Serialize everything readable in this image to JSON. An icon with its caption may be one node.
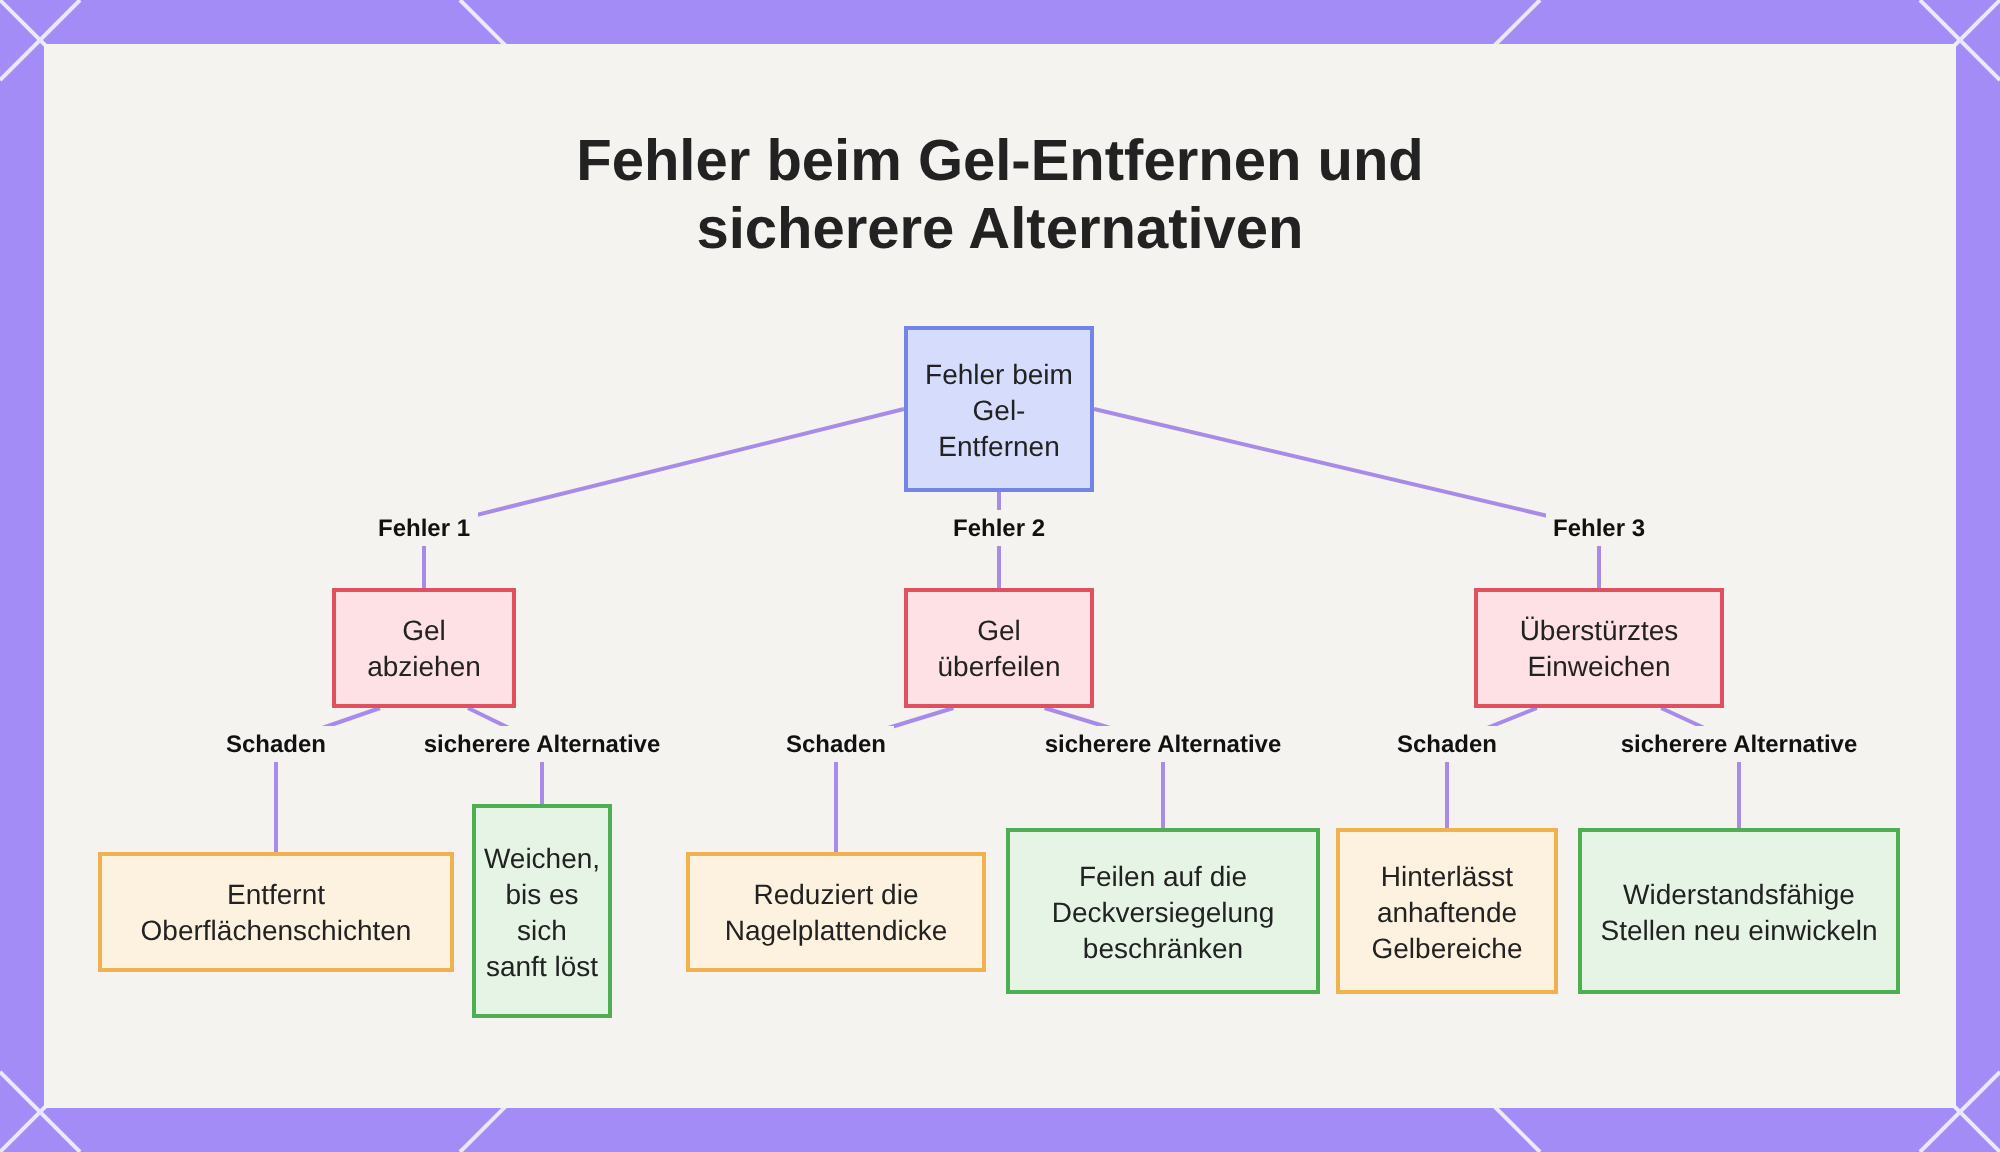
{
  "diagram": {
    "title": "Fehler beim Gel-Entfernen und sicherere Alternativen",
    "nodes": [
      {
        "text": [
          "Fehler beim Gel-Entfernen"
        ]
      },
      {
        "text": [
          "Gel abziehen"
        ]
      },
      {
        "text": [
          "Gel überfeilen"
        ]
      },
      {
        "text": [
          "Überstürztes Einweichen"
        ]
      },
      {
        "text": [
          "Entfernt Oberflächenschichten"
        ]
      },
      {
        "text": [
          "Weichen, bis es sich sanft löst"
        ]
      },
      {
        "text": [
          "Reduziert die Nagelplattendicke"
        ]
      },
      {
        "text": [
          "Feilen auf die Deckversiegelung beschränken"
        ]
      },
      {
        "text": [
          "Hinterlässt anhaftende Gelbereiche"
        ]
      },
      {
        "text": [
          "Widerstandsfähige Stellen neu einwickeln"
        ]
      }
    ],
    "edges": [
      {
        "from": 0,
        "to": 1,
        "arrow": "none",
        "label": "Fehler 1"
      },
      {
        "from": 0,
        "to": 2,
        "arrow": "none",
        "label": "Fehler 2"
      },
      {
        "from": 0,
        "to": 3,
        "arrow": "none",
        "label": "Fehler 3"
      },
      {
        "from": 1,
        "to": 4,
        "arrow": "none",
        "label": "Schaden"
      },
      {
        "from": 1,
        "to": 5,
        "arrow": "none",
        "label": "sicherere Alternative"
      },
      {
        "from": 2,
        "to": 6,
        "arrow": "none",
        "label": "Schaden"
      },
      {
        "from": 2,
        "to": 7,
        "arrow": "none",
        "label": "sicherere Alternative"
      },
      {
        "from": 3,
        "to": 8,
        "arrow": "none",
        "label": "Schaden"
      },
      {
        "from": 3,
        "to": 9,
        "arrow": "none",
        "label": "sicherere Alternative"
      }
    ]
  }
}
